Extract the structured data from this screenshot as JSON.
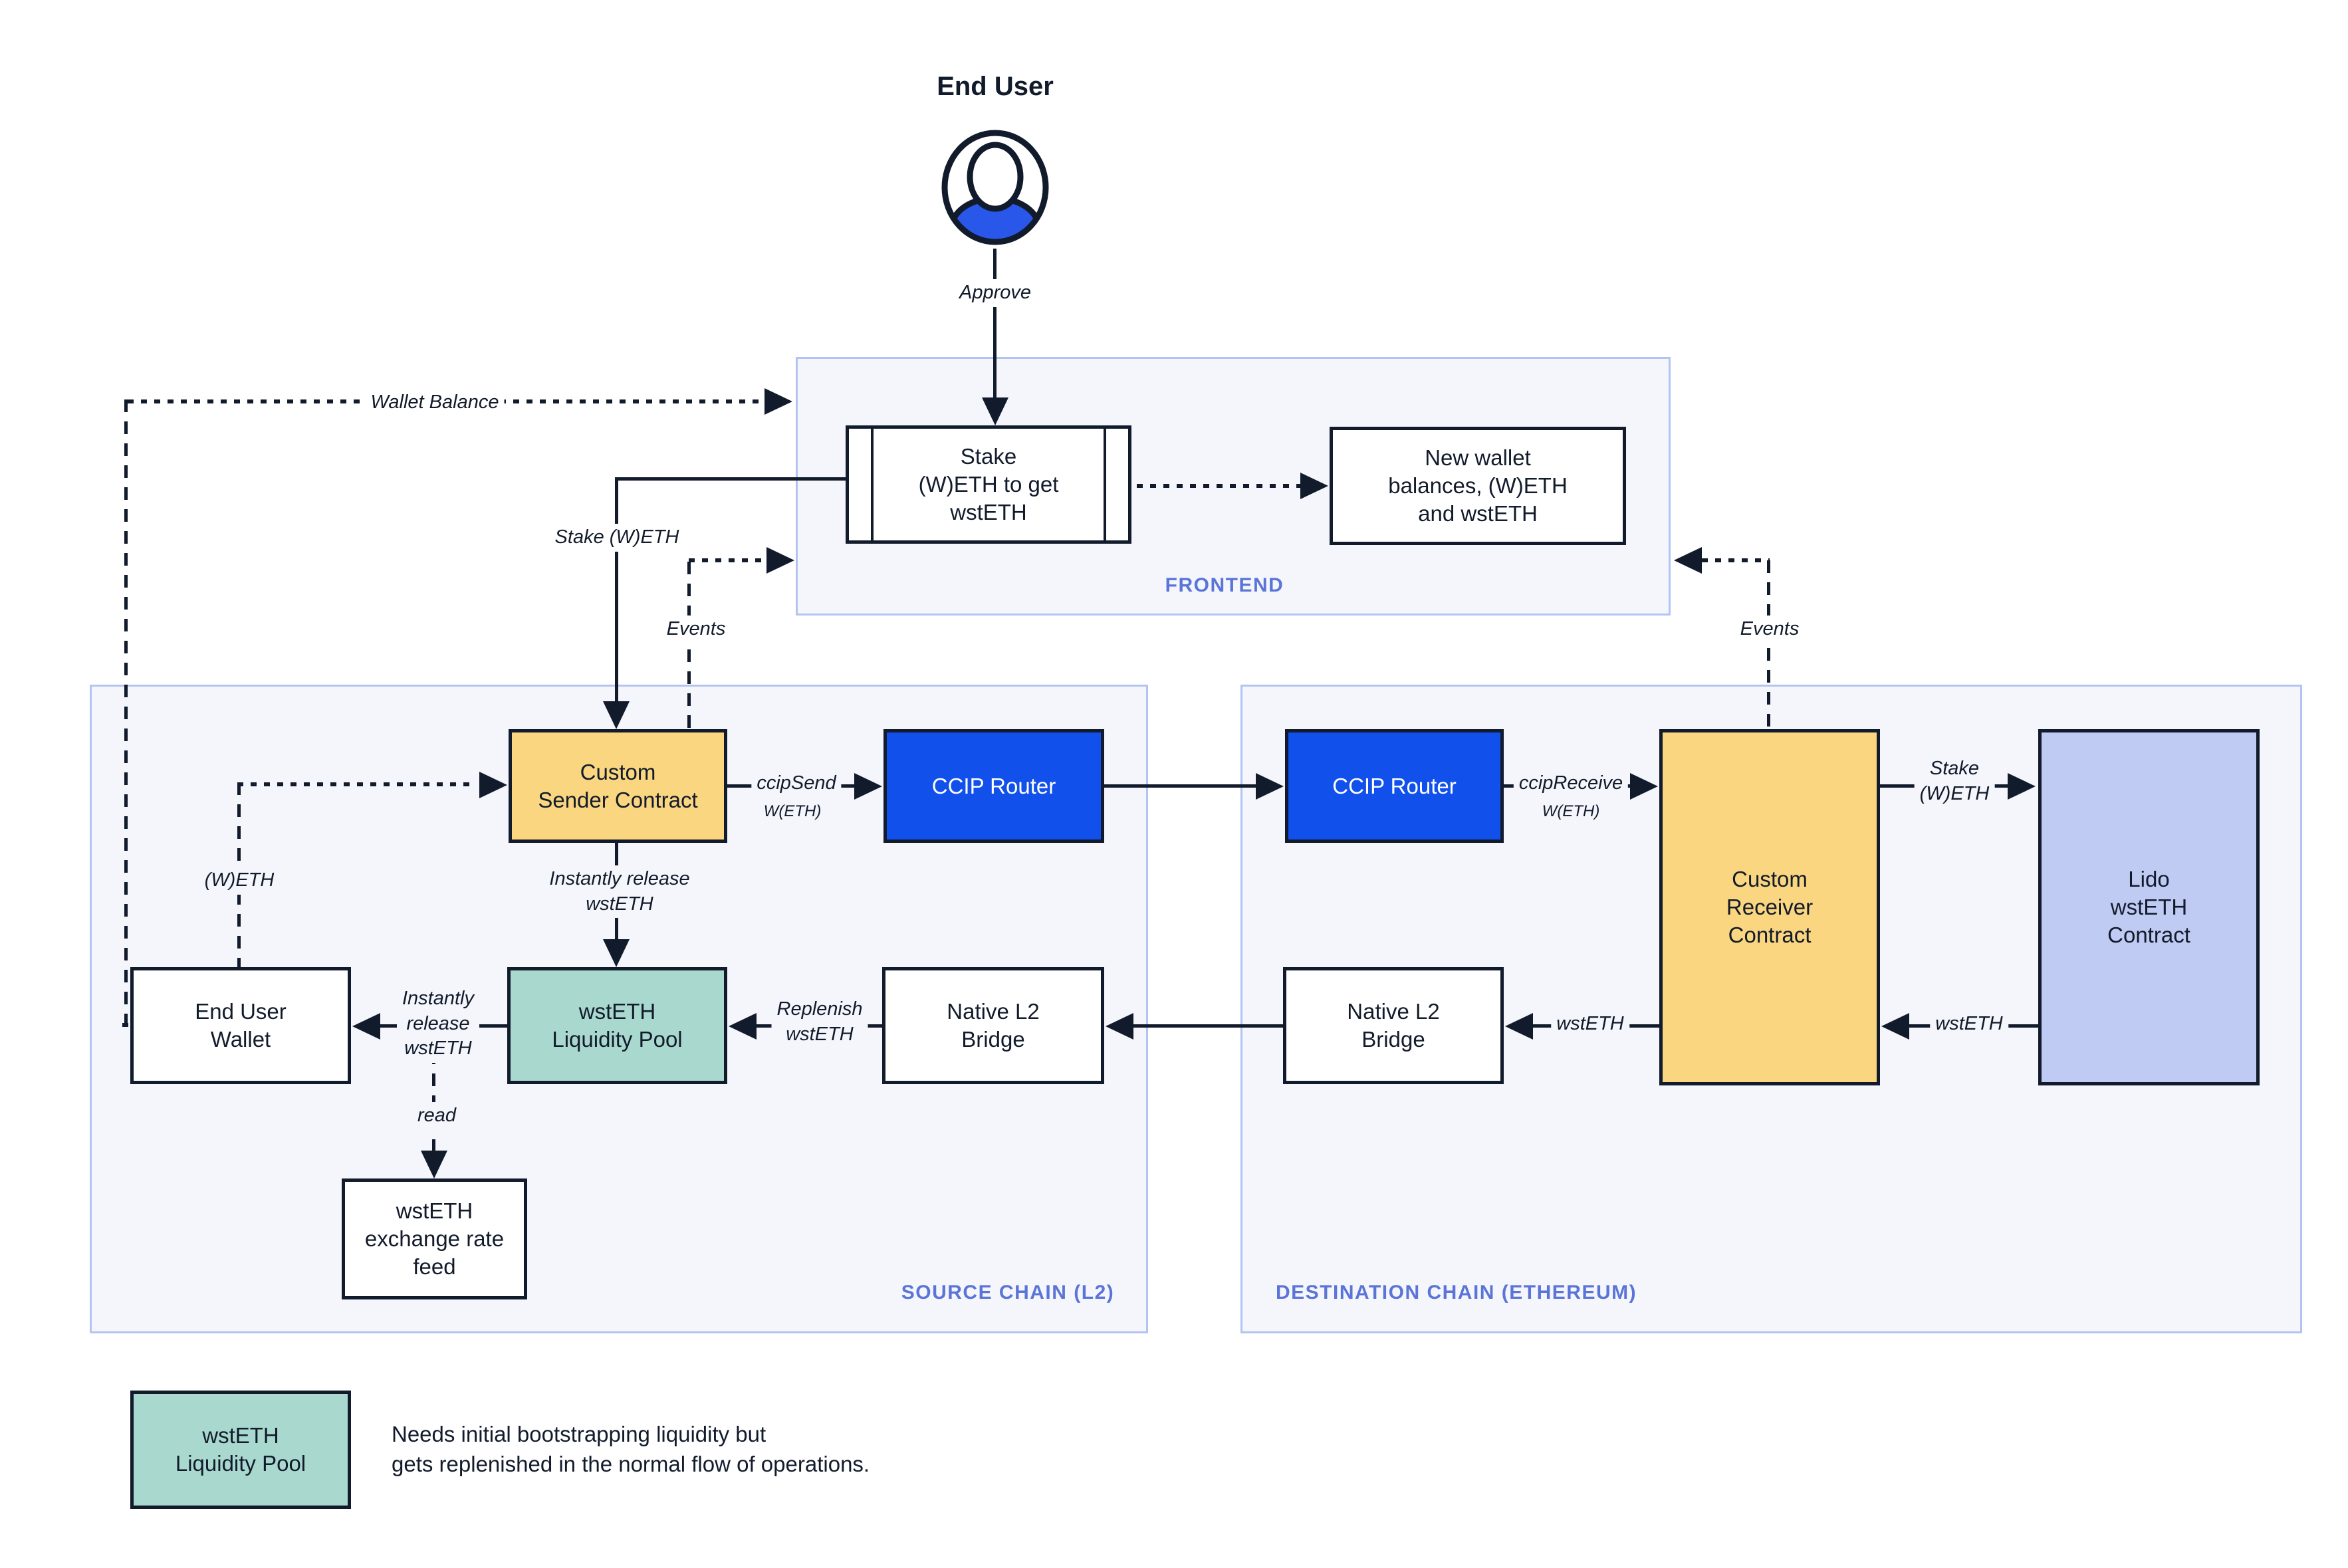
{
  "title": {
    "end_user": "End User"
  },
  "frontend": {
    "label": "FRONTEND",
    "stake_box": "Stake\n(W)ETH to get\nwstETH",
    "new_wallet_box": "New wallet\nbalances, (W)ETH\nand wstETH"
  },
  "source_chain": {
    "label": "SOURCE CHAIN (L2)",
    "custom_sender": "Custom\nSender Contract",
    "ccip_router": "CCIP Router",
    "end_user_wallet": "End User\nWallet",
    "liquidity_pool": "wstETH\nLiquidity Pool",
    "native_bridge": "Native L2\nBridge",
    "rate_feed": "wstETH\nexchange rate\nfeed"
  },
  "destination_chain": {
    "label": "DESTINATION CHAIN (ETHEREUM)",
    "ccip_router": "CCIP Router",
    "custom_receiver": "Custom\nReceiver\nContract",
    "lido_contract": "Lido\nwstETH\nContract",
    "native_bridge": "Native L2\nBridge"
  },
  "edges": {
    "approve": "Approve",
    "wallet_balance": "Wallet Balance",
    "stake_weth": "Stake (W)ETH",
    "events_left": "Events",
    "events_right": "Events",
    "ccip_send": "ccipSend",
    "ccip_send_asset": "W(ETH)",
    "ccip_receive": "ccipReceive",
    "ccip_receive_asset": "W(ETH)",
    "stake_weth_dest": "Stake\n(W)ETH",
    "wsteth_from_lido": "wstETH",
    "wsteth_to_bridge": "wstETH",
    "replenish_wsteth": "Replenish\nwstETH",
    "instantly_release_to_wallet": "Instantly\nrelease\nwstETH",
    "instantly_release_to_pool": "Instantly release\nwstETH",
    "weth_to_sender": "(W)ETH",
    "read": "read"
  },
  "legend": {
    "box_label": "wstETH\nLiquidity Pool",
    "note": "Needs initial bootstrapping liquidity but\ngets replenished in the normal flow of operations."
  },
  "colors": {
    "dark": "#121B2B",
    "contract_yellow": "#FAD680",
    "ccip_blue": "#1150EB",
    "pool_teal": "#A8D8CE",
    "lido_periwinkle": "#BFCBF3",
    "container_fill": "#F4F6FC",
    "container_border": "#B3C4F3",
    "zone_label_blue": "#5B74D8",
    "avatar_blue": "#2857E9"
  }
}
